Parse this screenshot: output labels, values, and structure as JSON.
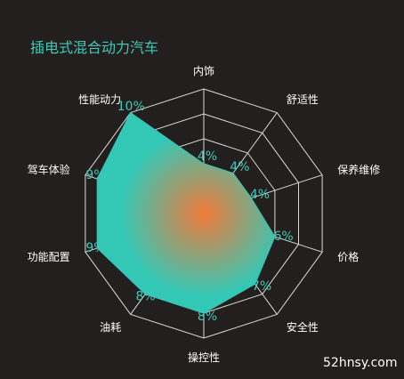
{
  "chart_data": {
    "type": "radar",
    "title": "插电式混合动力汽车",
    "categories": [
      "内饰",
      "舒适性",
      "保养维修",
      "价格",
      "安全性",
      "操控性",
      "油耗",
      "功能配置",
      "驾车体验",
      "性能动力"
    ],
    "values": [
      4,
      4,
      4,
      6,
      7,
      8,
      8,
      9,
      9,
      10
    ],
    "value_labels": [
      "4%",
      "4%",
      "4%",
      "6%",
      "7%",
      "8%",
      "8%",
      "9%",
      "9%",
      "10%"
    ],
    "rmax": 10,
    "rings": 5,
    "grid": true,
    "colors": {
      "fill_outer": "#33c8b6",
      "fill_inner": "#f07a3a",
      "grid": "#d9d9d9",
      "label": "#ffffff",
      "value_label": "#3fc9b8"
    }
  },
  "watermark": "52hnsy.com"
}
